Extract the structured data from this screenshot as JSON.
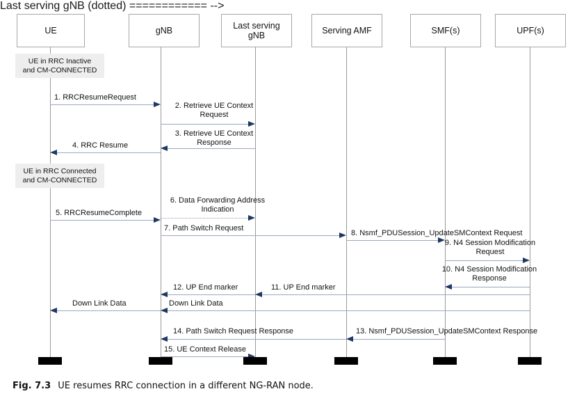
{
  "figure": {
    "caption_label": "Fig. 7.3",
    "caption_text": "UE resumes RRC connection in a different NG-RAN node."
  },
  "colors": {
    "arrowhead": "#1f3864",
    "message_line": "#9aa7c0",
    "lifeline": "#9a9a9a",
    "box_border": "#a6a6a6",
    "state_box_fill": "#eeeeee",
    "terminator": "#000000"
  },
  "lifelines": [
    {
      "id": "ue",
      "label": "UE"
    },
    {
      "id": "gnb",
      "label": "gNB"
    },
    {
      "id": "last_gnb",
      "label": "Last serving gNB"
    },
    {
      "id": "amf",
      "label": "Serving AMF"
    },
    {
      "id": "smf",
      "label": "SMF(s)"
    },
    {
      "id": "upf",
      "label": "UPF(s)"
    }
  ],
  "states": [
    {
      "id": "state1",
      "line1": "UE in RRC Inactive",
      "line2": "and CM-CONNECTED"
    },
    {
      "id": "state2",
      "line1": "UE in RRC Connected",
      "line2": "and CM-CONNECTED"
    }
  ],
  "messages": [
    {
      "num": "1",
      "label": "1. RRCResumeRequest",
      "from": "ue",
      "to": "gnb",
      "style": "solid"
    },
    {
      "num": "2",
      "label": "2. Retrieve UE Context Request",
      "from": "gnb",
      "to": "last_gnb",
      "style": "solid"
    },
    {
      "num": "3",
      "label": "3. Retrieve UE Context Response",
      "from": "last_gnb",
      "to": "gnb",
      "style": "solid"
    },
    {
      "num": "4",
      "label": "4. RRC Resume",
      "from": "gnb",
      "to": "ue",
      "style": "solid"
    },
    {
      "num": "5",
      "label": "5. RRCResumeComplete",
      "from": "ue",
      "to": "gnb",
      "style": "solid"
    },
    {
      "num": "6",
      "label": "6. Data Forwarding Address Indication",
      "from": "gnb",
      "to": "last_gnb",
      "style": "dotted"
    },
    {
      "num": "7",
      "label": "7. Path Switch Request",
      "from": "gnb",
      "to": "amf",
      "style": "solid"
    },
    {
      "num": "8",
      "label": "8. Nsmf_PDUSession_UpdateSMContext Request",
      "from": "amf",
      "to": "smf",
      "style": "solid"
    },
    {
      "num": "9",
      "label": "9. N4 Session Modification Request",
      "from": "smf",
      "to": "upf",
      "style": "solid"
    },
    {
      "num": "10",
      "label": "10. N4 Session Modification Response",
      "from": "upf",
      "to": "smf",
      "style": "solid"
    },
    {
      "num": "11",
      "label": "11. UP End marker",
      "from": "upf",
      "to": "last_gnb",
      "style": "solid"
    },
    {
      "num": "12",
      "label": "12. UP End marker",
      "from": "last_gnb",
      "to": "gnb",
      "style": "solid"
    },
    {
      "num": "dl_gnb",
      "label": "Down Link Data",
      "from": "upf",
      "to": "gnb",
      "style": "solid"
    },
    {
      "num": "dl_ue",
      "label": "Down Link Data",
      "from": "gnb",
      "to": "ue",
      "style": "solid"
    },
    {
      "num": "13",
      "label": "13. Nsmf_PDUSession_UpdateSMContext Response",
      "from": "smf",
      "to": "amf",
      "style": "solid"
    },
    {
      "num": "14",
      "label": "14. Path Switch Request Response",
      "from": "amf",
      "to": "gnb",
      "style": "solid"
    },
    {
      "num": "15",
      "label": "15. UE Context Release",
      "from": "gnb",
      "to": "last_gnb",
      "style": "solid"
    }
  ],
  "labels": {
    "msg2_l1": "2. Retrieve UE Context",
    "msg2_l2": "Request",
    "msg3_l1": "3. Retrieve UE Context",
    "msg3_l2": "Response",
    "msg6_l1": "6. Data Forwarding Address",
    "msg6_l2": "Indication",
    "msg9_l1": "9. N4 Session Modification",
    "msg9_l2": "Request",
    "msg10_l1": "10. N4 Session Modification",
    "msg10_l2": "Response"
  }
}
